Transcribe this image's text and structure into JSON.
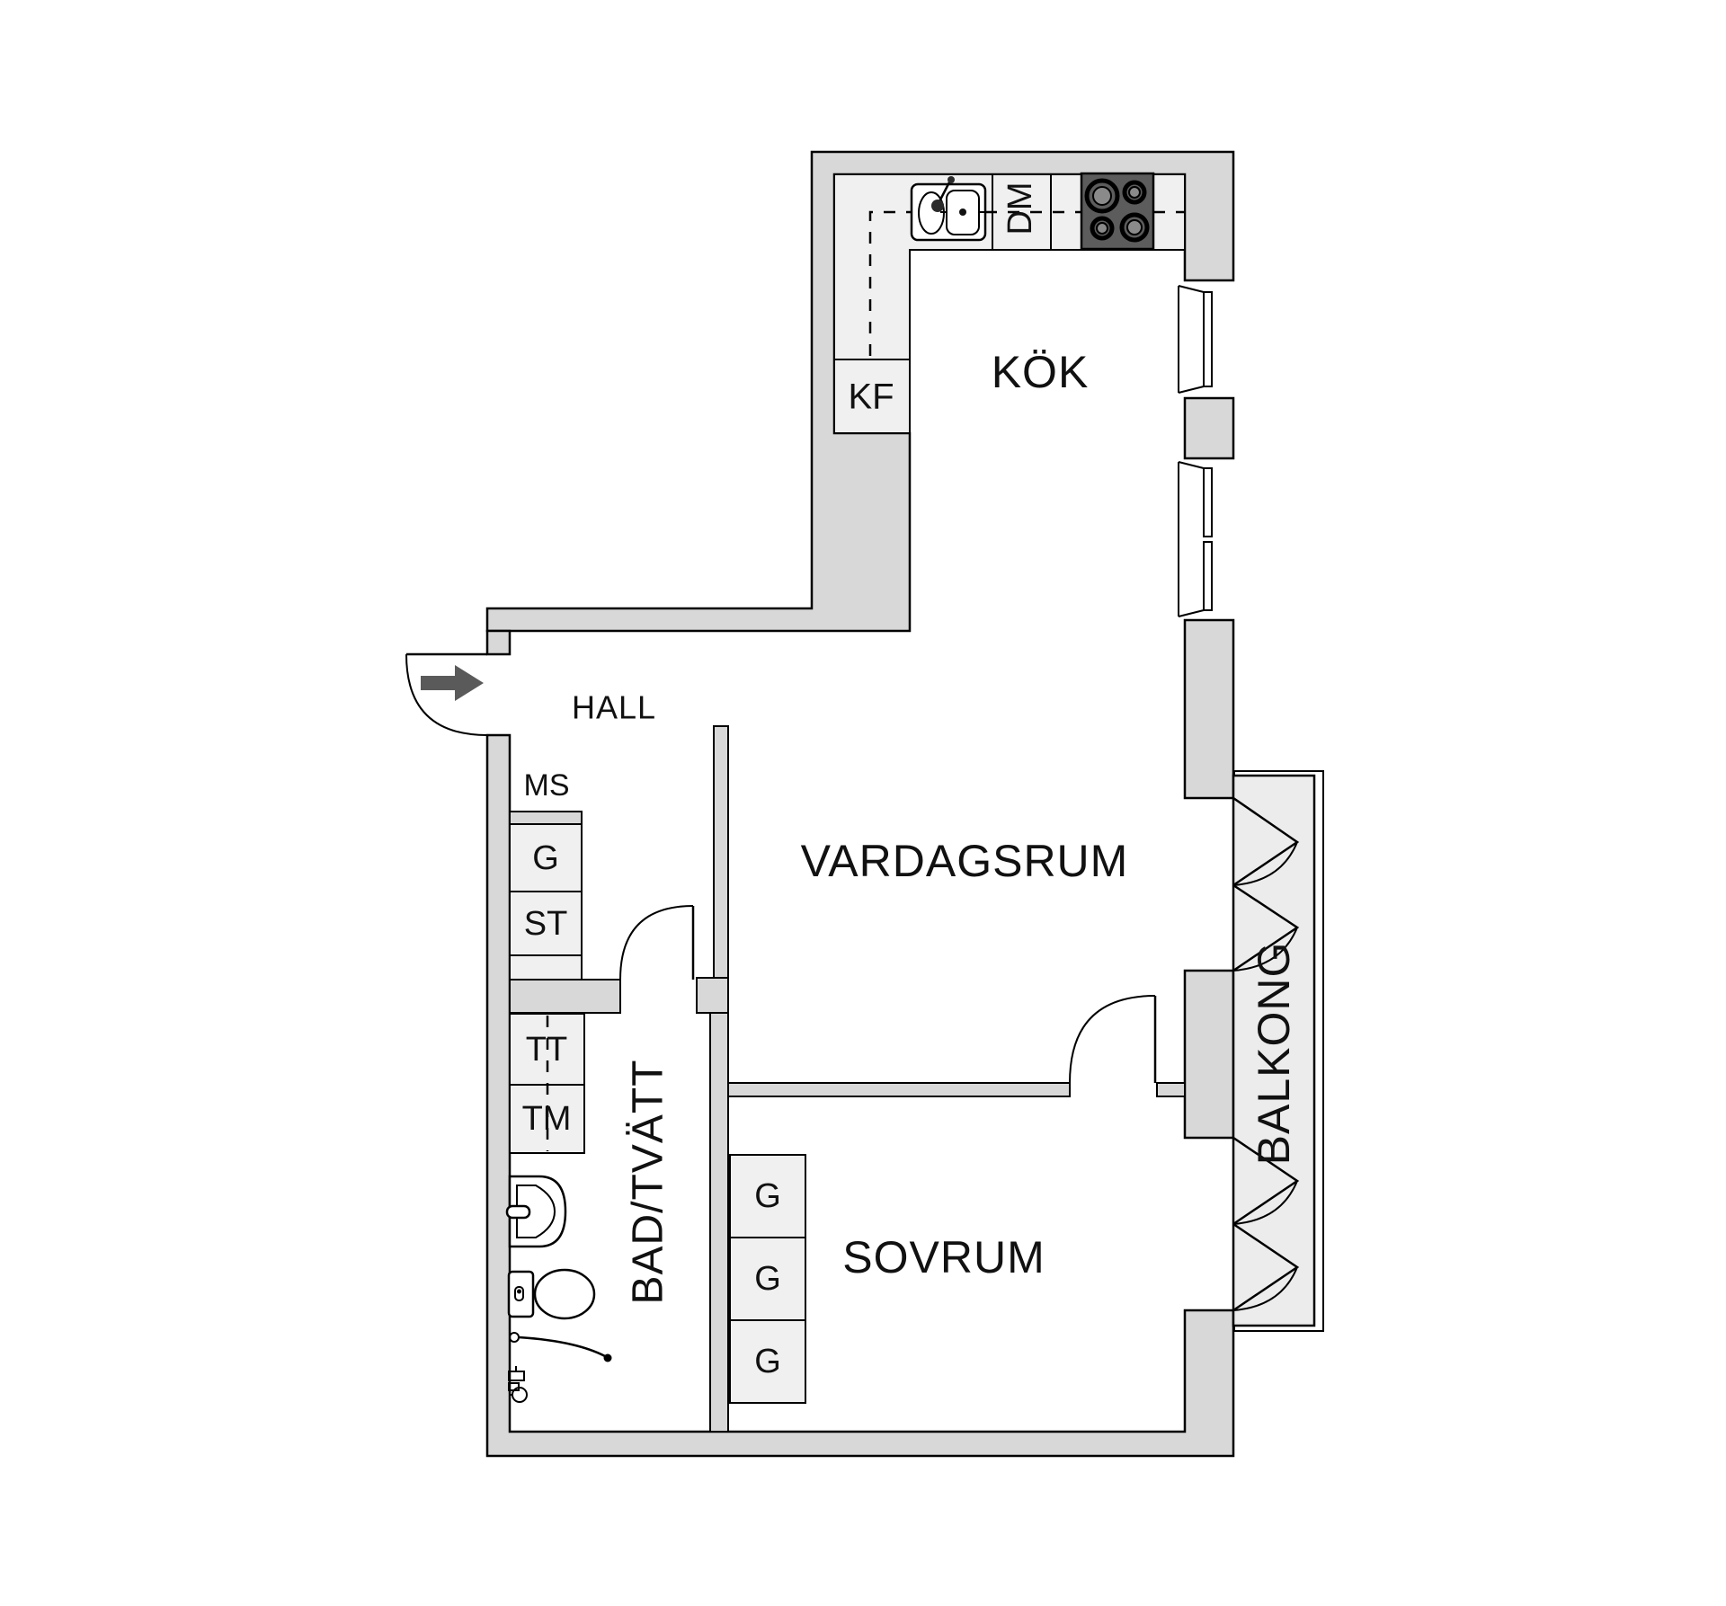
{
  "title": "Apartment floor plan (1 bedroom)",
  "colors": {
    "wall_fill": "#d8d8d8",
    "furniture_fill": "#f0f0f0",
    "balcony_fill": "#ececec",
    "stove_fill": "#5c5c5c",
    "arrow": "#5a5a5a",
    "line": "#000000",
    "text": "#111111"
  },
  "rooms": {
    "kok": {
      "label": "KÖK"
    },
    "hall": {
      "label": "HALL"
    },
    "vardagsrum": {
      "label": "VARDAGSRUM"
    },
    "sovrum": {
      "label": "SOVRUM"
    },
    "balkong": {
      "label": "BALKONG"
    },
    "bad_tvatt": {
      "label": "BAD/TVÄTT"
    }
  },
  "fixtures": {
    "kf": "KF",
    "dm": "DM",
    "ms": "MS",
    "g": "G",
    "st": "ST",
    "tt": "TT",
    "tm": "TM",
    "sovrum_closets": [
      "G",
      "G",
      "G"
    ]
  }
}
